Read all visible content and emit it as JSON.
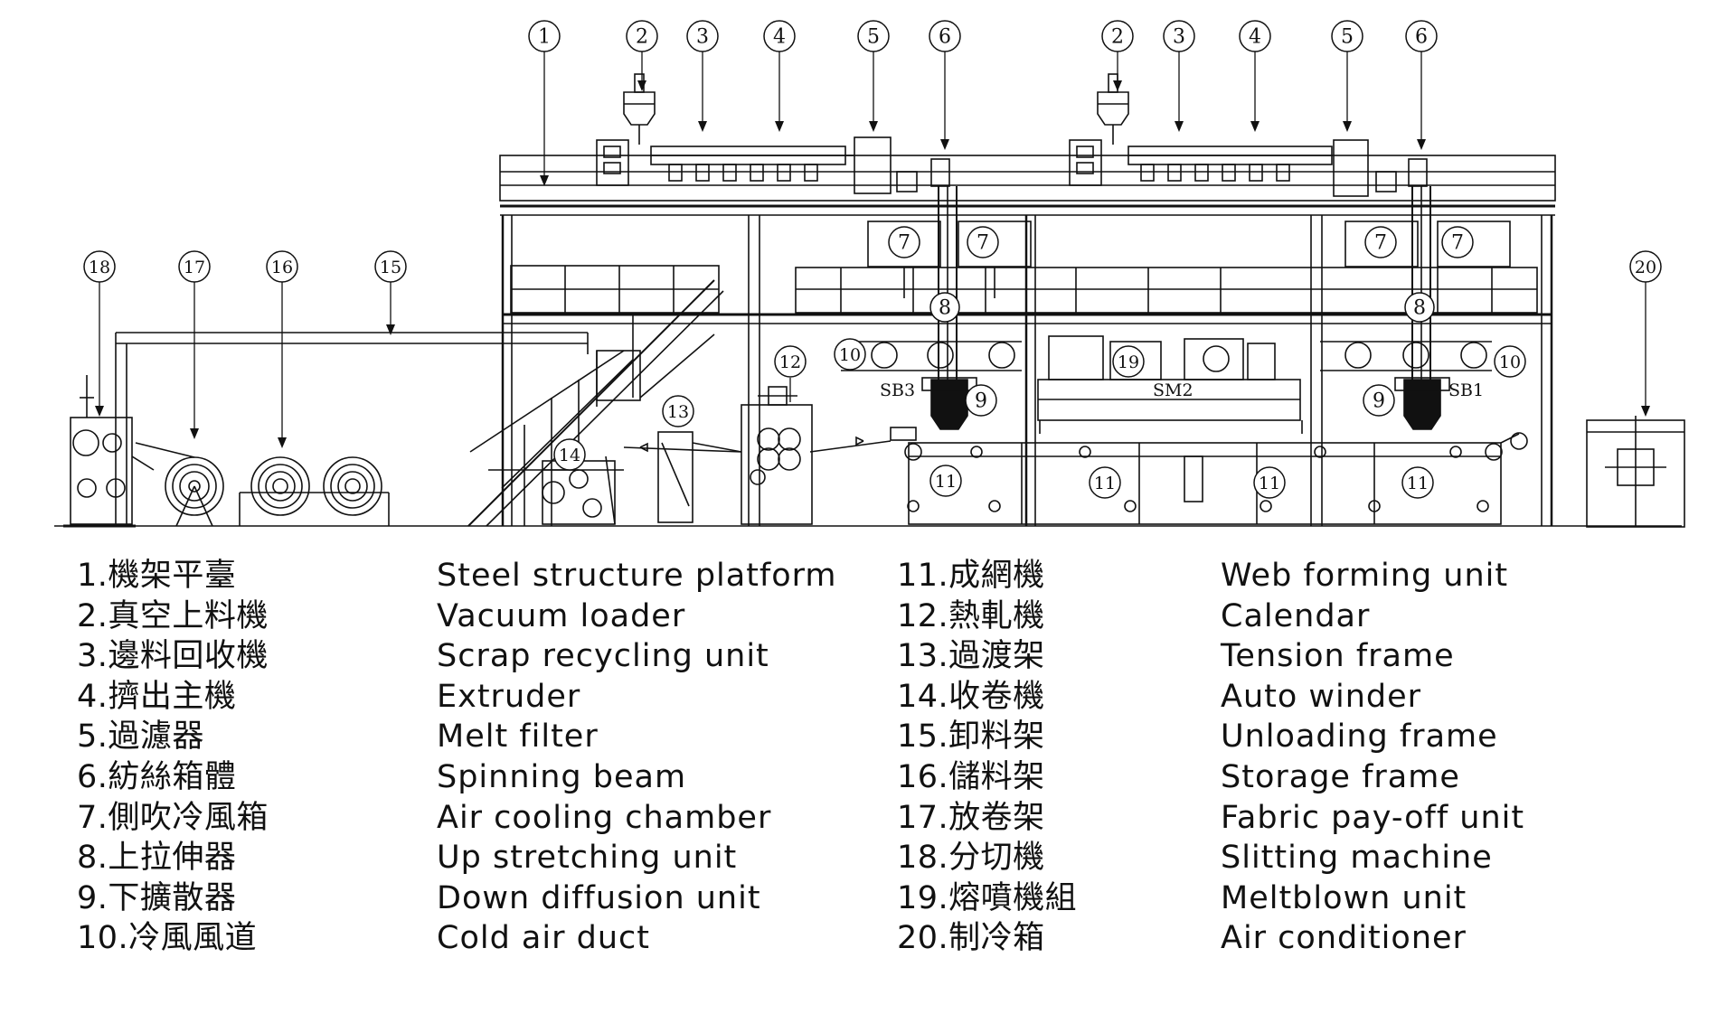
{
  "callouts": [
    "1",
    "2",
    "3",
    "4",
    "5",
    "6",
    "7",
    "8",
    "9",
    "10",
    "11",
    "12",
    "13",
    "14",
    "15",
    "16",
    "17",
    "18",
    "19",
    "20"
  ],
  "beam_labels": {
    "sb3": "SB3",
    "sm2": "SM2",
    "sb1": "SB1"
  },
  "legend": {
    "left": [
      {
        "zh": "1.機架平臺",
        "en": "Steel structure platform"
      },
      {
        "zh": "2.真空上料機",
        "en": "Vacuum loader"
      },
      {
        "zh": "3.邊料回收機",
        "en": "Scrap recycling unit"
      },
      {
        "zh": "4.擠出主機",
        "en": "Extruder"
      },
      {
        "zh": "5.過濾器",
        "en": "Melt filter"
      },
      {
        "zh": "6.紡絲箱體",
        "en": "Spinning beam"
      },
      {
        "zh": "7.側吹冷風箱",
        "en": "Air cooling chamber"
      },
      {
        "zh": "8.上拉伸器",
        "en": "Up stretching unit"
      },
      {
        "zh": "9.下擴散器",
        "en": "Down diffusion unit"
      },
      {
        "zh": "10.冷風風道",
        "en": "Cold air duct"
      }
    ],
    "right": [
      {
        "zh": "11.成網機",
        "en": "Web forming unit"
      },
      {
        "zh": "12.熱軋機",
        "en": "Calendar"
      },
      {
        "zh": "13.過渡架",
        "en": "Tension frame"
      },
      {
        "zh": "14.收卷機",
        "en": "Auto winder"
      },
      {
        "zh": "15.卸料架",
        "en": "Unloading frame"
      },
      {
        "zh": "16.儲料架",
        "en": "Storage frame"
      },
      {
        "zh": "17.放卷架",
        "en": "Fabric pay-off unit"
      },
      {
        "zh": "18.分切機",
        "en": "Slitting machine"
      },
      {
        "zh": "19.熔噴機組",
        "en": "Meltblown unit"
      },
      {
        "zh": "20.制冷箱",
        "en": "Air conditioner"
      }
    ]
  }
}
